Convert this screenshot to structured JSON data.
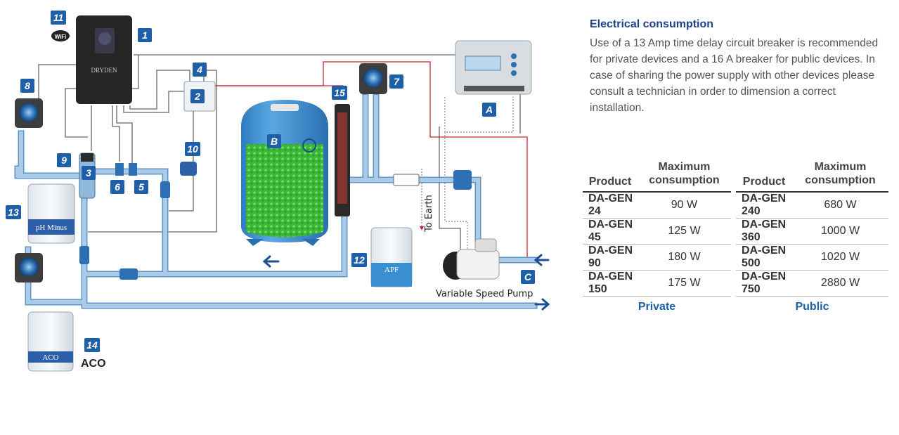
{
  "diagram": {
    "badges": {
      "b1": "1",
      "b2": "2",
      "b3": "3",
      "b4": "4",
      "b5": "5",
      "b6": "6",
      "b7": "7",
      "b8": "8",
      "b9": "9",
      "b10": "10",
      "b11": "11",
      "b12": "12",
      "b13": "13",
      "b14": "14",
      "b15": "15",
      "bA": "A",
      "bB": "B",
      "bC": "C"
    },
    "controller_brand": "DRYDEN",
    "wifi_text": "WiFi",
    "jug_ph_label": "pH Minus",
    "jug_apf_label": "APF",
    "jug_aco_label": "ACO",
    "aco_label": "ACO",
    "earth_label": "To Earth",
    "pump_label": "Variable Speed Pump"
  },
  "info": {
    "title": "Electrical consumption",
    "body": "Use of a 13 Amp time delay circuit breaker is recommended for private devices and a 16 A breaker for public devices. In case of sharing the power supply with other devices please consult a technician in order to dimension a correct installation."
  },
  "tables": {
    "header_product": "Product",
    "header_max": "Maximum consumption",
    "private": {
      "label": "Private",
      "rows": [
        {
          "product": "DA-GEN 24",
          "value": "90 W"
        },
        {
          "product": "DA-GEN 45",
          "value": "125 W"
        },
        {
          "product": "DA-GEN 90",
          "value": "180 W"
        },
        {
          "product": "DA-GEN 150",
          "value": "175 W"
        }
      ]
    },
    "public": {
      "label": "Public",
      "rows": [
        {
          "product": "DA-GEN 240",
          "value": "680 W"
        },
        {
          "product": "DA-GEN 360",
          "value": "1000 W"
        },
        {
          "product": "DA-GEN 500",
          "value": "1020 W"
        },
        {
          "product": "DA-GEN 750",
          "value": "2880 W"
        }
      ]
    }
  },
  "colors": {
    "pipe": "#a9cbe8",
    "pipe_edge": "#5f94c4",
    "badge": "#1f5fa8",
    "tank": "#3f8fd0",
    "media": "#3fbf3a",
    "accent_title": "#1f3f8f",
    "wire_red": "#c0282f",
    "wire_gray": "#666666"
  }
}
